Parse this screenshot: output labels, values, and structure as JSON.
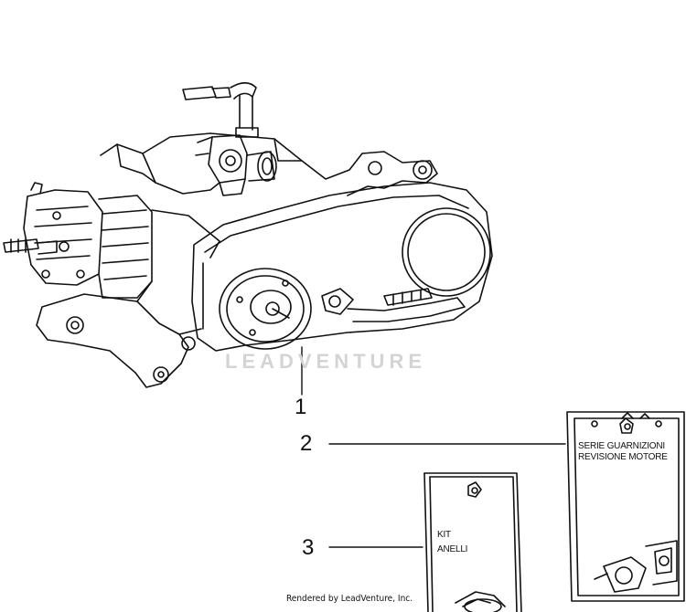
{
  "callouts": [
    {
      "number": "1"
    },
    {
      "number": "2"
    },
    {
      "number": "3"
    }
  ],
  "kit_gaskets": {
    "line1": "SERIE GUARNIZIONI",
    "line2": "REVISIONE MOTORE"
  },
  "kit_rings": {
    "line1": "KIT",
    "line2": "ANELLI"
  },
  "watermark": "LEADVENTURE",
  "credit": "Rendered by LeadVenture, Inc."
}
